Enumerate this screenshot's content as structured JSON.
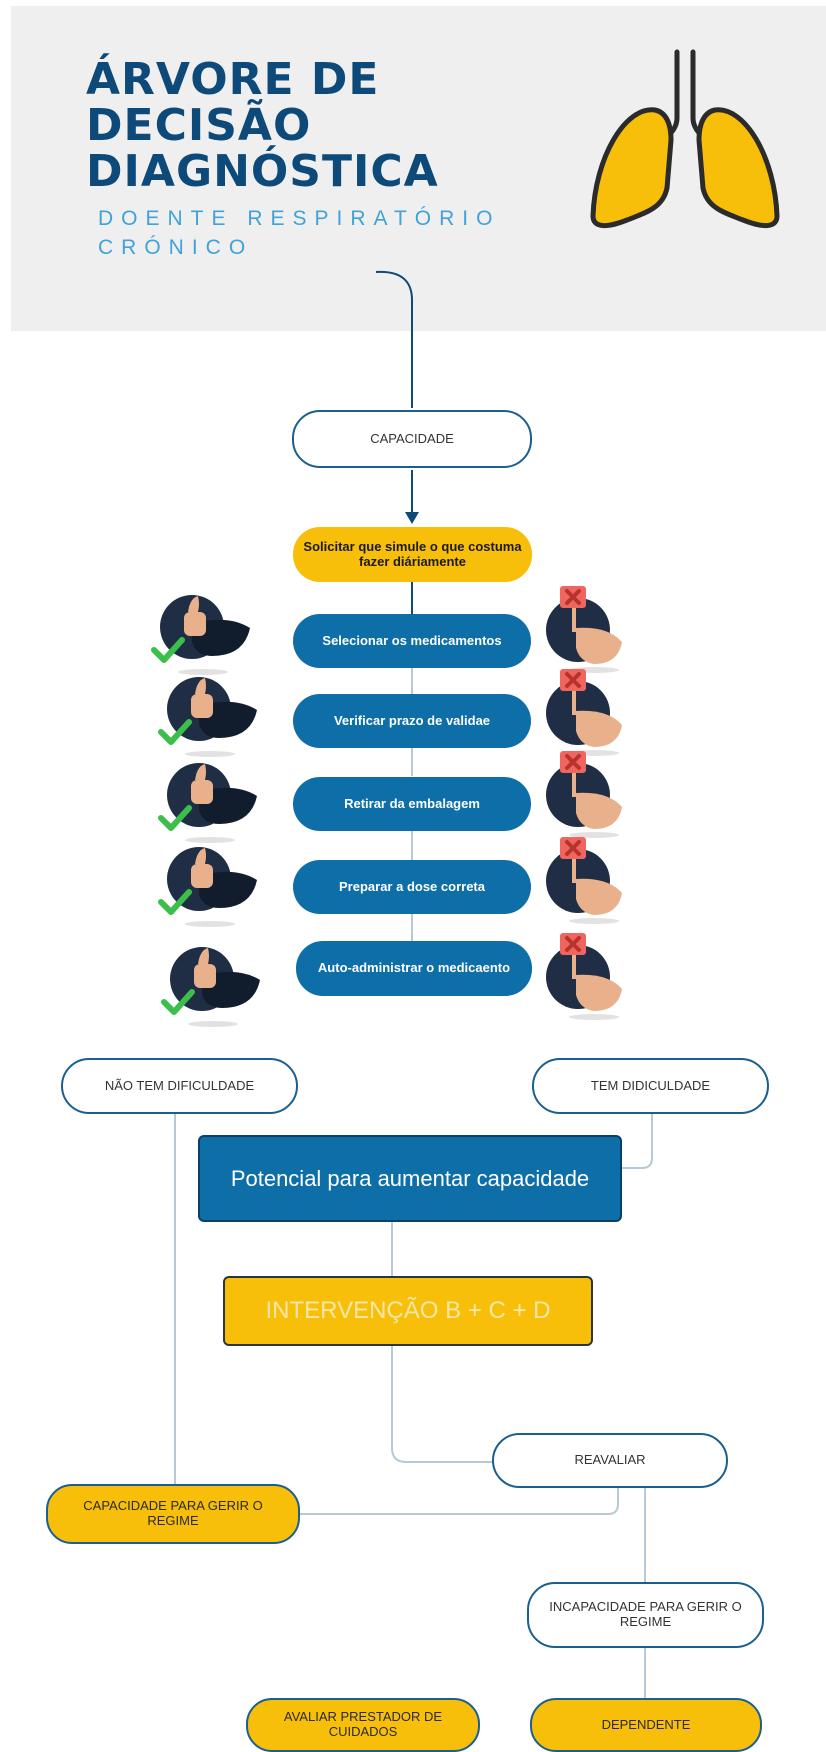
{
  "header": {
    "title_lines": [
      "ÁRVORE DE",
      "DECISÃO",
      "DIAGNÓSTICA"
    ],
    "subtitle_lines": [
      "DOENTE RESPIRATÓRIO",
      "CRÓNICO"
    ],
    "icon": "lungs-icon"
  },
  "flow": {
    "capacity": "CAPACIDADE",
    "request": "Solicitar que simule o que costuma fazer diáriamente",
    "steps": [
      "Selecionar os medicamentos",
      "Verificar prazo de validae",
      "Retirar da embalagem",
      "Preparar a dose correta",
      "Auto-administrar o medicaento"
    ],
    "no_difficulty": "NÃO TEM DIFICULDADE",
    "has_difficulty": "TEM DIDICULDADE",
    "potential": "Potencial para aumentar capacidade",
    "intervention": "INTERVENÇÃO B + C + D",
    "reassess": "REAVALIAR",
    "capable": "CAPACIDADE PARA GERIR O REGIME",
    "incapable": "INCAPACIDADE PARA GERIR O REGIME",
    "dependent": "DEPENDENTE",
    "evaluate_caregiver": "AVALIAR PRESTADOR DE CUIDADOS"
  },
  "icons": {
    "approve": "thumbs-up-check-icon",
    "reject": "thumbs-down-x-icon"
  },
  "colors": {
    "navy": "#0d4a7a",
    "blue": "#0d6ea8",
    "yellow": "#f8bf0a",
    "accent": "#3fa3d9",
    "connector": "#b7c9d6"
  }
}
